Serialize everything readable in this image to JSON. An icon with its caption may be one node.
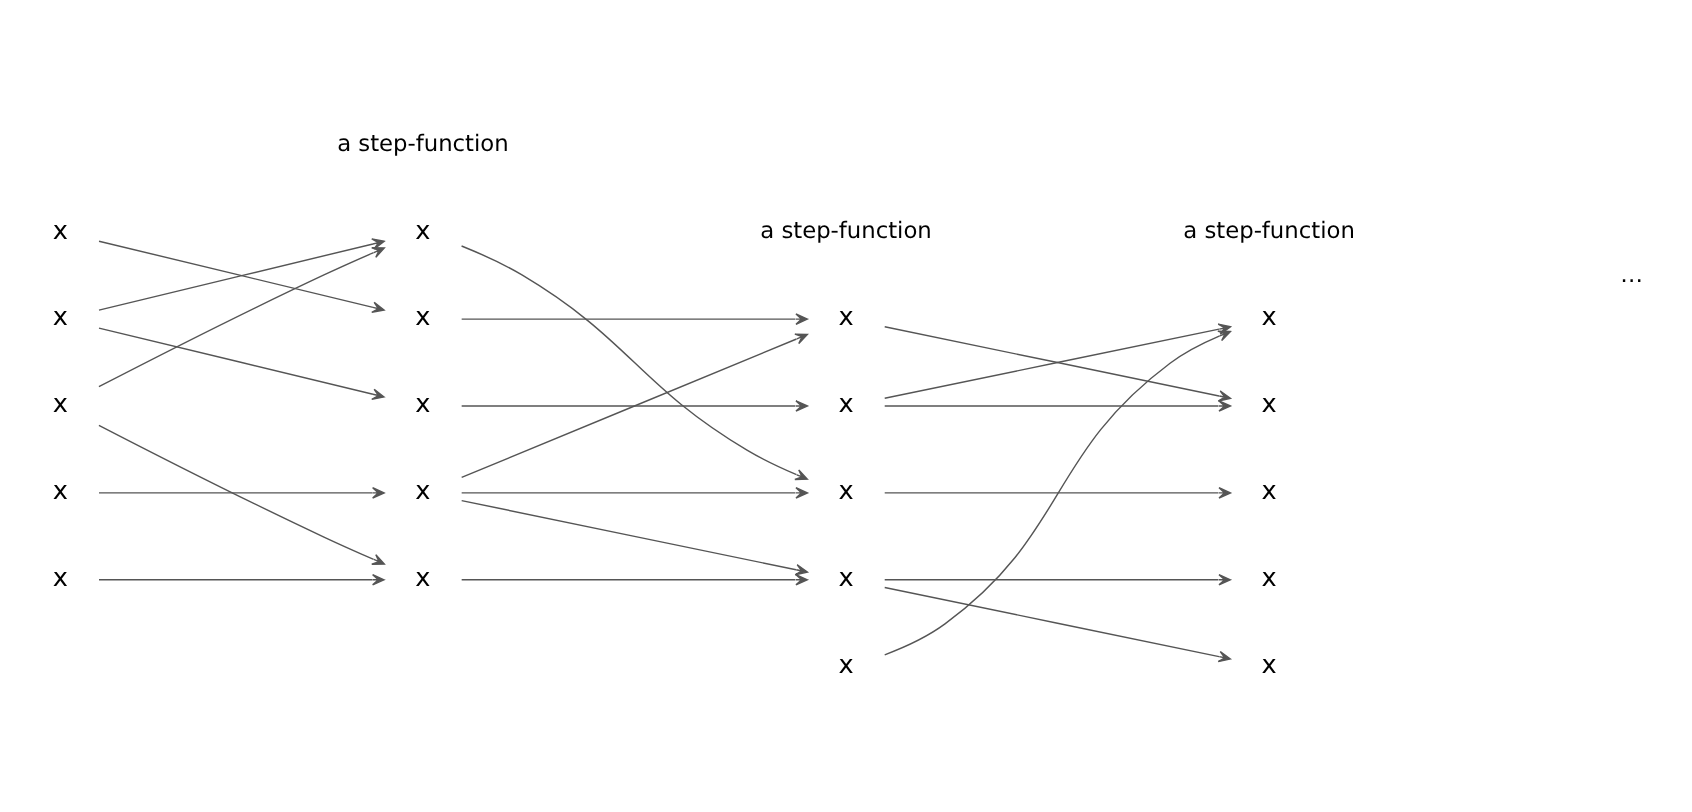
{
  "diagram": {
    "nodes": [
      {
        "text": [
          "x"
        ]
      },
      {
        "text": [
          "x"
        ]
      },
      {
        "text": [
          "x"
        ]
      },
      {
        "text": [
          "x"
        ]
      },
      {
        "text": [
          "x"
        ]
      },
      {
        "text": [
          "x"
        ]
      },
      {
        "text": [
          "x"
        ]
      },
      {
        "text": [
          "x"
        ]
      },
      {
        "text": [
          "x"
        ]
      },
      {
        "text": [
          "x"
        ]
      },
      {
        "text": [
          "x"
        ]
      },
      {
        "text": [
          "x"
        ]
      },
      {
        "text": [
          "x"
        ]
      },
      {
        "text": [
          "x"
        ]
      },
      {
        "text": [
          "x"
        ]
      },
      {
        "text": [
          "x"
        ]
      },
      {
        "text": [
          "x"
        ]
      },
      {
        "text": [
          "x"
        ]
      },
      {
        "text": [
          "x"
        ]
      },
      {
        "text": [
          "x"
        ]
      }
    ],
    "edges": [
      {
        "from": 0,
        "to": 6,
        "arrow": "to"
      },
      {
        "from": 1,
        "to": 5,
        "arrow": "to"
      },
      {
        "from": 1,
        "to": 7,
        "arrow": "to"
      },
      {
        "from": 2,
        "to": 5,
        "arrow": "to"
      },
      {
        "from": 2,
        "to": 9,
        "arrow": "to"
      },
      {
        "from": 3,
        "to": 8,
        "arrow": "to"
      },
      {
        "from": 4,
        "to": 9,
        "arrow": "to"
      },
      {
        "from": 5,
        "to": 12,
        "arrow": "to"
      },
      {
        "from": 6,
        "to": 10,
        "arrow": "to"
      },
      {
        "from": 7,
        "to": 11,
        "arrow": "to"
      },
      {
        "from": 8,
        "to": 10,
        "arrow": "to"
      },
      {
        "from": 8,
        "to": 12,
        "arrow": "to"
      },
      {
        "from": 8,
        "to": 13,
        "arrow": "to"
      },
      {
        "from": 9,
        "to": 13,
        "arrow": "to"
      },
      {
        "from": 10,
        "to": 16,
        "arrow": "to"
      },
      {
        "from": 11,
        "to": 15,
        "arrow": "to"
      },
      {
        "from": 11,
        "to": 16,
        "arrow": "to"
      },
      {
        "from": 12,
        "to": 17,
        "arrow": "to"
      },
      {
        "from": 13,
        "to": 18,
        "arrow": "to"
      },
      {
        "from": 13,
        "to": 19,
        "arrow": "to"
      },
      {
        "from": 14,
        "to": 15,
        "arrow": "to"
      }
    ],
    "labels": [
      "a step-function",
      "a step-function",
      "a step-function",
      "…"
    ]
  }
}
